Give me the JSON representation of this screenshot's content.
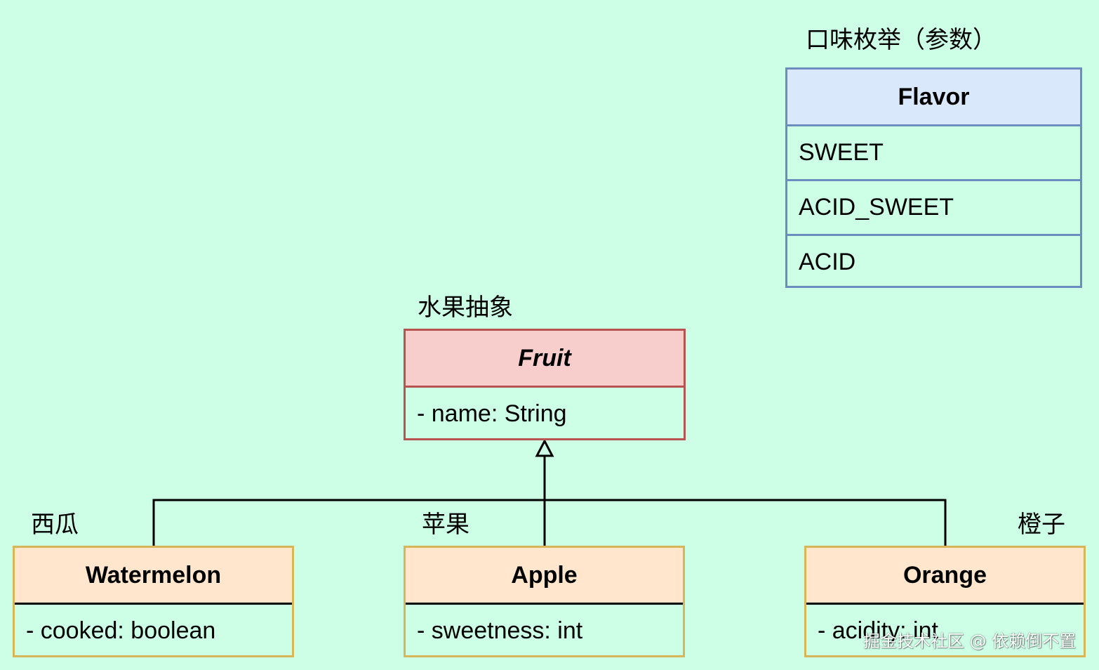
{
  "flavor": {
    "caption": "口味枚举（参数）",
    "name": "Flavor",
    "values": [
      "SWEET",
      "ACID_SWEET",
      "ACID"
    ]
  },
  "fruit": {
    "caption": "水果抽象",
    "name": "Fruit",
    "field": "- name: String"
  },
  "watermelon": {
    "caption": "西瓜",
    "name": "Watermelon",
    "field": "- cooked: boolean"
  },
  "apple": {
    "caption": "苹果",
    "name": "Apple",
    "field": "- sweetness: int"
  },
  "orange": {
    "caption": "橙子",
    "name": "Orange",
    "field": "- acidity: int"
  },
  "watermark": "掘金技术社区 @ 依赖倒不置",
  "colors": {
    "background": "#ccffe6",
    "enum_header": "#dae8fc",
    "enum_border": "#6c8ebf",
    "abstract_header": "#f8cecc",
    "abstract_border": "#b85450",
    "class_header": "#ffe6cc",
    "class_border": "#d6b656"
  }
}
